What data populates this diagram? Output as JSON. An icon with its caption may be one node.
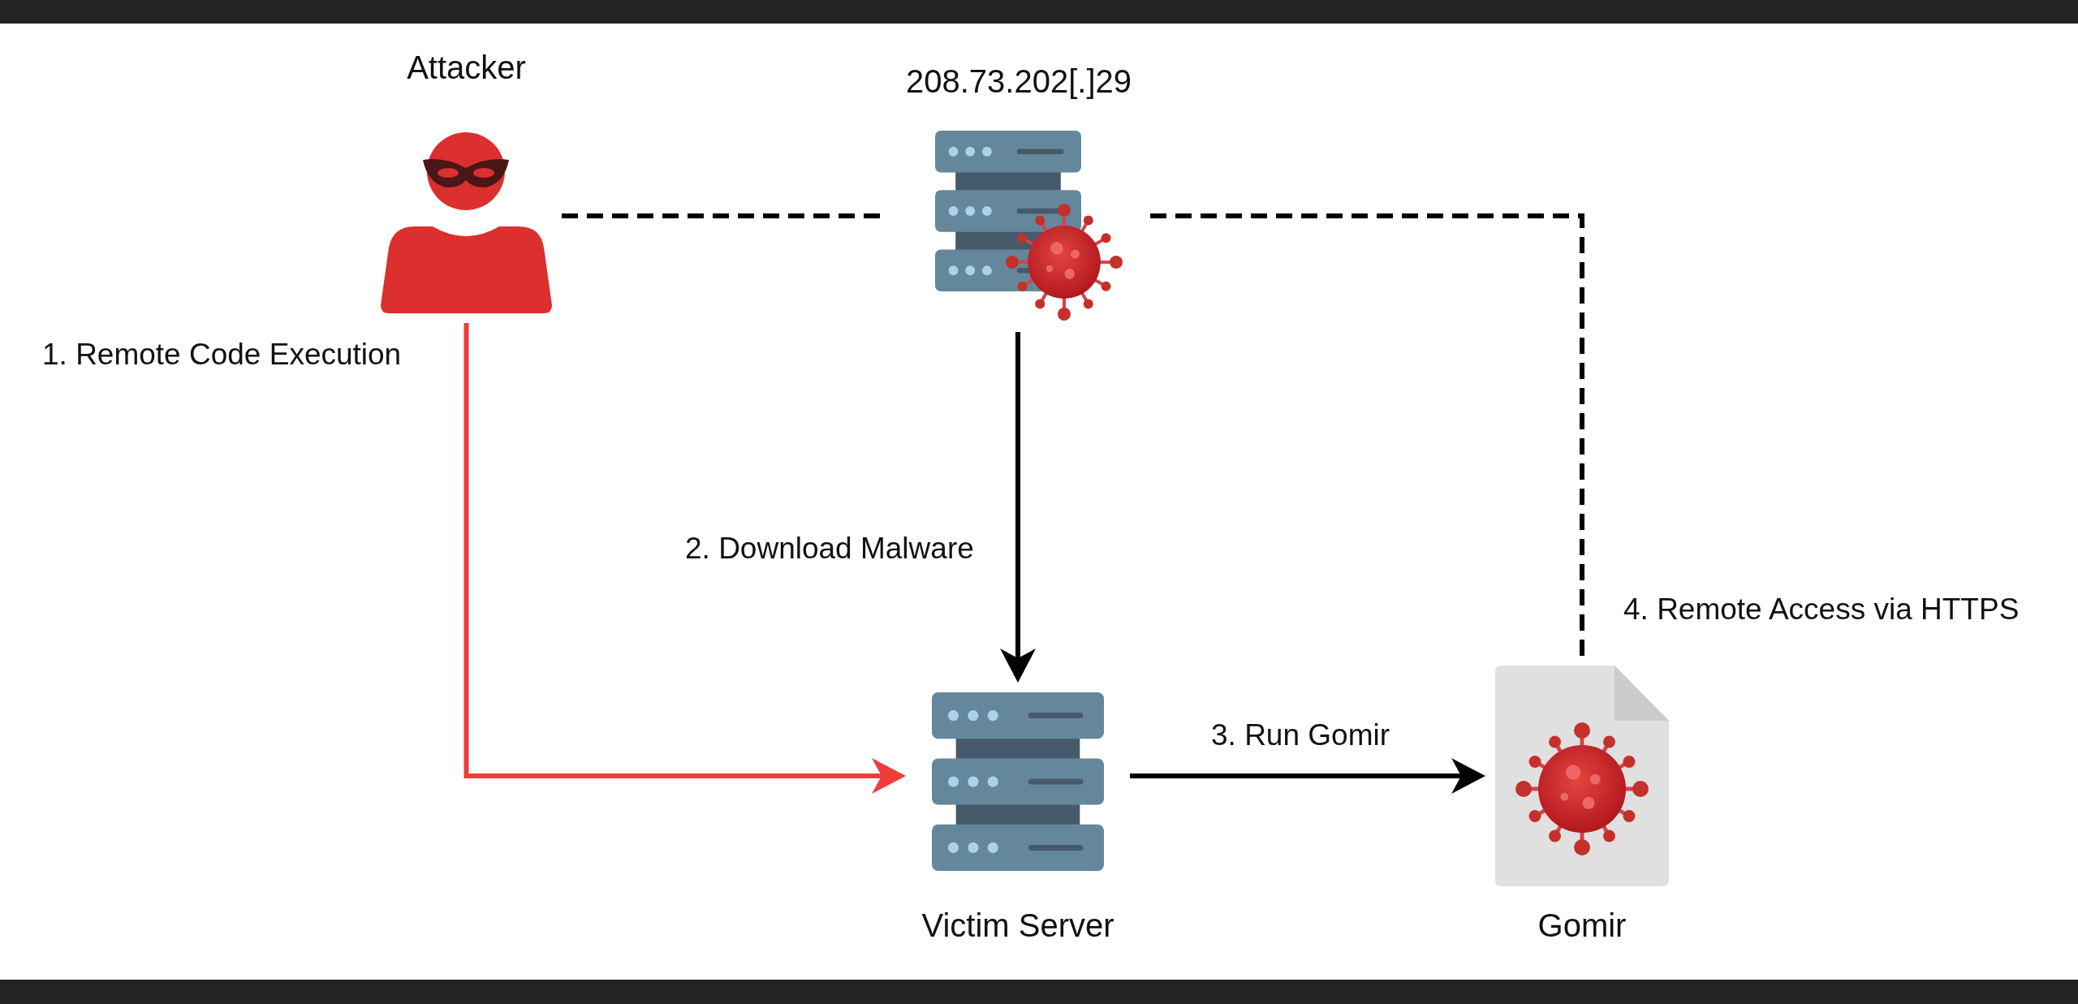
{
  "diagram": {
    "nodes": [
      {
        "text": [
          "Attacker"
        ]
      },
      {
        "text": [
          "208.73.202[.]29"
        ]
      },
      {
        "text": [
          "Victim Server"
        ]
      },
      {
        "text": [
          "Gomir"
        ]
      }
    ],
    "edges": [
      {
        "from": 0,
        "to": 1,
        "arrow": "none",
        "style": "dashed"
      },
      {
        "from": 1,
        "to": 3,
        "arrow": "none",
        "style": "dashed",
        "label": "4. Remote Access via HTTPS"
      },
      {
        "from": 0,
        "to": 2,
        "arrow": "to",
        "color": "#f03c3c",
        "label": "1. Remote Code Execution"
      },
      {
        "from": 1,
        "to": 2,
        "arrow": "to",
        "label": "2. Download Malware"
      },
      {
        "from": 2,
        "to": 3,
        "arrow": "to",
        "label": "3. Run Gomir"
      }
    ]
  }
}
